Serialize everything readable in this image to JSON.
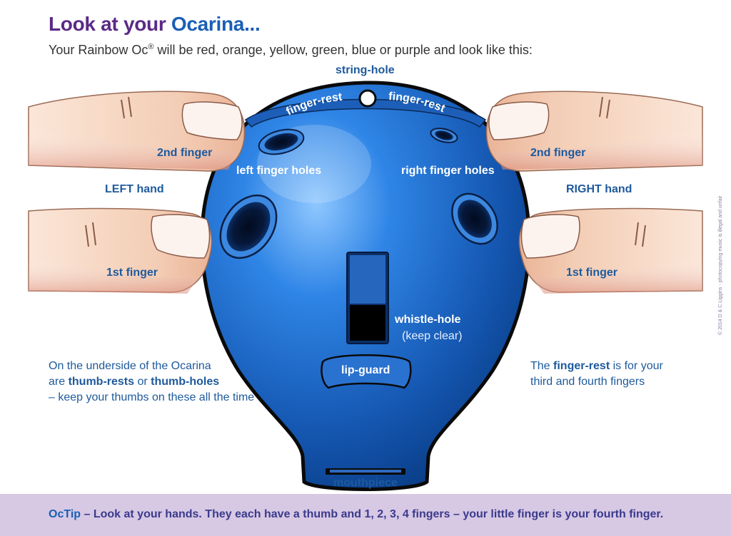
{
  "title_part1": "Look at your ",
  "title_part2": "Ocarina...",
  "subtitle_pre": "Your Rainbow Oc",
  "subtitle_reg": "®",
  "subtitle_post": " will be red, orange, yellow, green, blue or purple and look like this:",
  "labels": {
    "string_hole": "string-hole",
    "finger_rest_left": "finger-rest",
    "finger_rest_right": "finger-rest",
    "left_2nd_finger": "2nd finger",
    "right_2nd_finger": "2nd finger",
    "left_finger_holes": "left finger holes",
    "right_finger_holes": "right finger holes",
    "left_hand": "LEFT hand",
    "right_hand": "RIGHT hand",
    "left_1st_finger": "1st finger",
    "right_1st_finger": "1st finger",
    "whistle_hole": "whistle-hole",
    "keep_clear": "(keep clear)",
    "lip_guard": "lip-guard",
    "mouthpiece": "mouthpiece"
  },
  "left_note": {
    "line1": "On the underside of the Ocarina",
    "line2_pre": "are ",
    "line2_b1": "thumb-rests",
    "line2_mid": " or ",
    "line2_b2": "thumb-holes",
    "line3": "– keep your thumbs on these all the time"
  },
  "right_note": {
    "line1_pre": "The ",
    "line1_b": "finger-rest",
    "line1_post": " is for your",
    "line2": "third and fourth fingers"
  },
  "footer": {
    "tip_label": "OcTip",
    "tip_text": " – Look at your hands. They each have a thumb and 1, 2, 3, 4 fingers – your little finger is your fourth finger."
  },
  "copyright": "© 2014 D & C Liggins - photocopying music is illegal and unfair",
  "colors": {
    "ocarina_blue": "#1f6fd0",
    "title_purple": "#5b2a86",
    "label_blue": "#1e5a9c",
    "footer_bg": "#d7c8e4",
    "skin": "#f3d2bd"
  }
}
